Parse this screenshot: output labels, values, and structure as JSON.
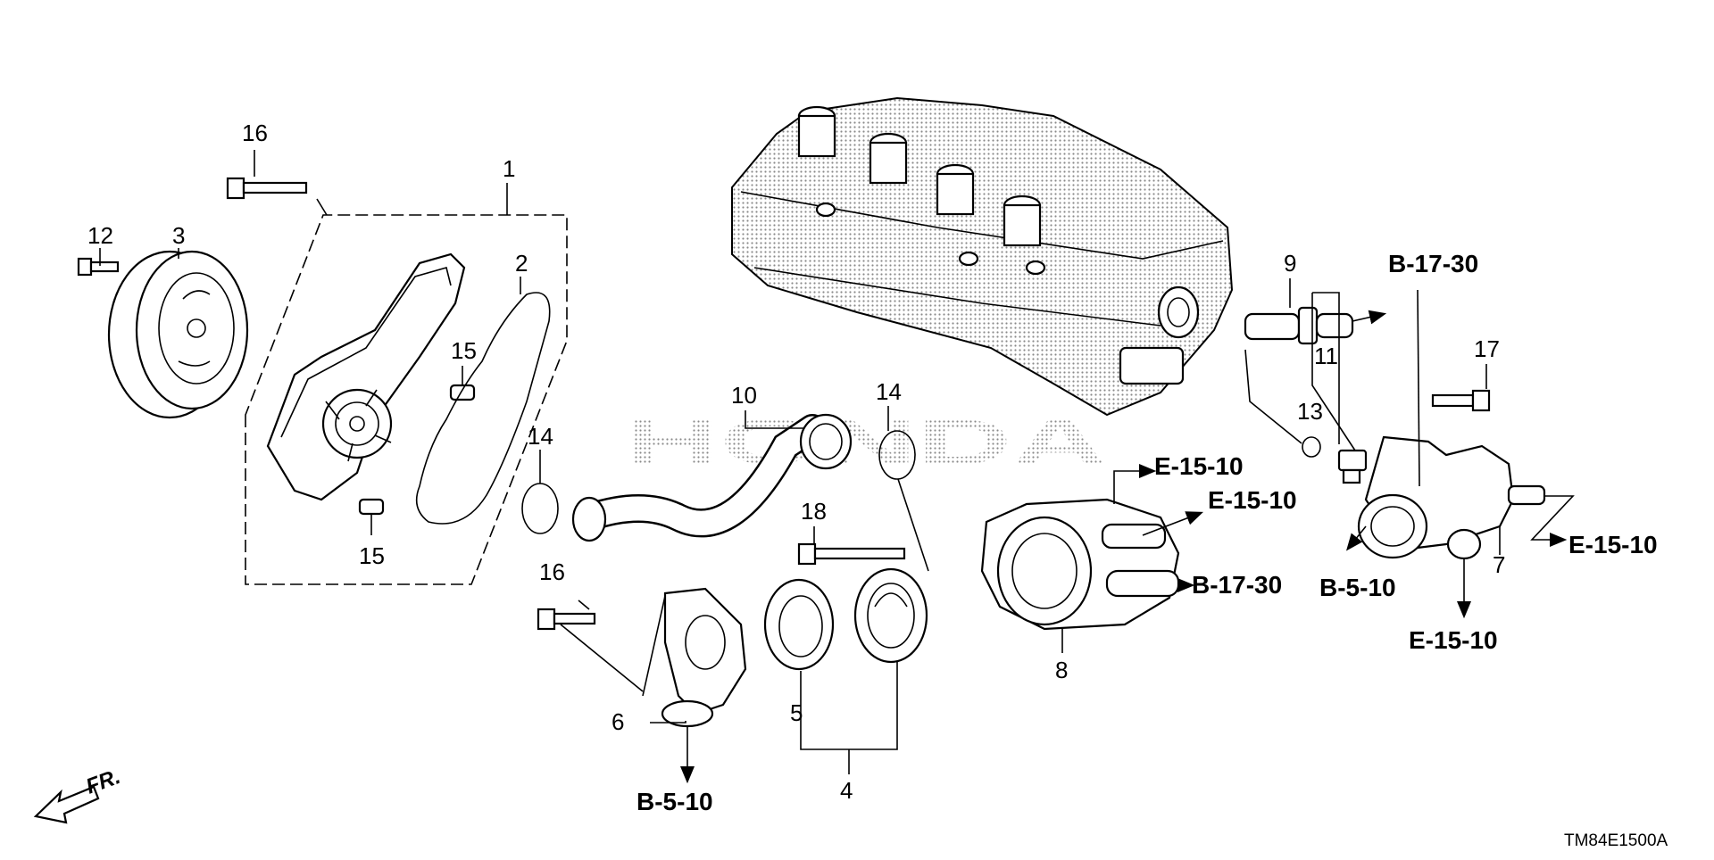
{
  "diagram": {
    "watermark": "HONDA",
    "diagram_code": "TM84E1500A",
    "direction_label": "FR.",
    "callouts": [
      {
        "id": "c1",
        "text": "1"
      },
      {
        "id": "c2",
        "text": "2"
      },
      {
        "id": "c3",
        "text": "3"
      },
      {
        "id": "c4",
        "text": "4"
      },
      {
        "id": "c5",
        "text": "5"
      },
      {
        "id": "c6",
        "text": "6"
      },
      {
        "id": "c7",
        "text": "7"
      },
      {
        "id": "c8",
        "text": "8"
      },
      {
        "id": "c9",
        "text": "9"
      },
      {
        "id": "c10",
        "text": "10"
      },
      {
        "id": "c11",
        "text": "11"
      },
      {
        "id": "c12",
        "text": "12"
      },
      {
        "id": "c13",
        "text": "13"
      },
      {
        "id": "c14a",
        "text": "14"
      },
      {
        "id": "c14b",
        "text": "14"
      },
      {
        "id": "c15a",
        "text": "15"
      },
      {
        "id": "c15b",
        "text": "15"
      },
      {
        "id": "c16a",
        "text": "16"
      },
      {
        "id": "c16b",
        "text": "16"
      },
      {
        "id": "c17",
        "text": "17"
      },
      {
        "id": "c18",
        "text": "18"
      }
    ],
    "references": [
      {
        "id": "r_b1730_top",
        "text": "B-17-30"
      },
      {
        "id": "r_b1730_mid",
        "text": "B-17-30"
      },
      {
        "id": "r_e1510_a",
        "text": "E-15-10"
      },
      {
        "id": "r_e1510_b",
        "text": "E-15-10"
      },
      {
        "id": "r_e1510_c",
        "text": "E-15-10"
      },
      {
        "id": "r_e1510_d",
        "text": "E-15-10"
      },
      {
        "id": "r_b510_a",
        "text": "B-5-10"
      },
      {
        "id": "r_b510_b",
        "text": "B-5-10"
      }
    ]
  }
}
